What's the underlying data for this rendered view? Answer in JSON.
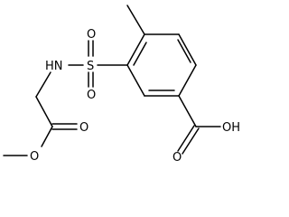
{
  "molecule": {
    "atoms": {
      "sulfur": "S",
      "sulfonyl_oxygen_top": "O",
      "sulfonyl_oxygen_bottom": "O",
      "amine": "HN",
      "ester_carbonyl_oxygen": "O",
      "ester_ether_oxygen": "O",
      "acid_carbonyl_oxygen": "O",
      "acid_hydroxyl": "OH"
    }
  }
}
